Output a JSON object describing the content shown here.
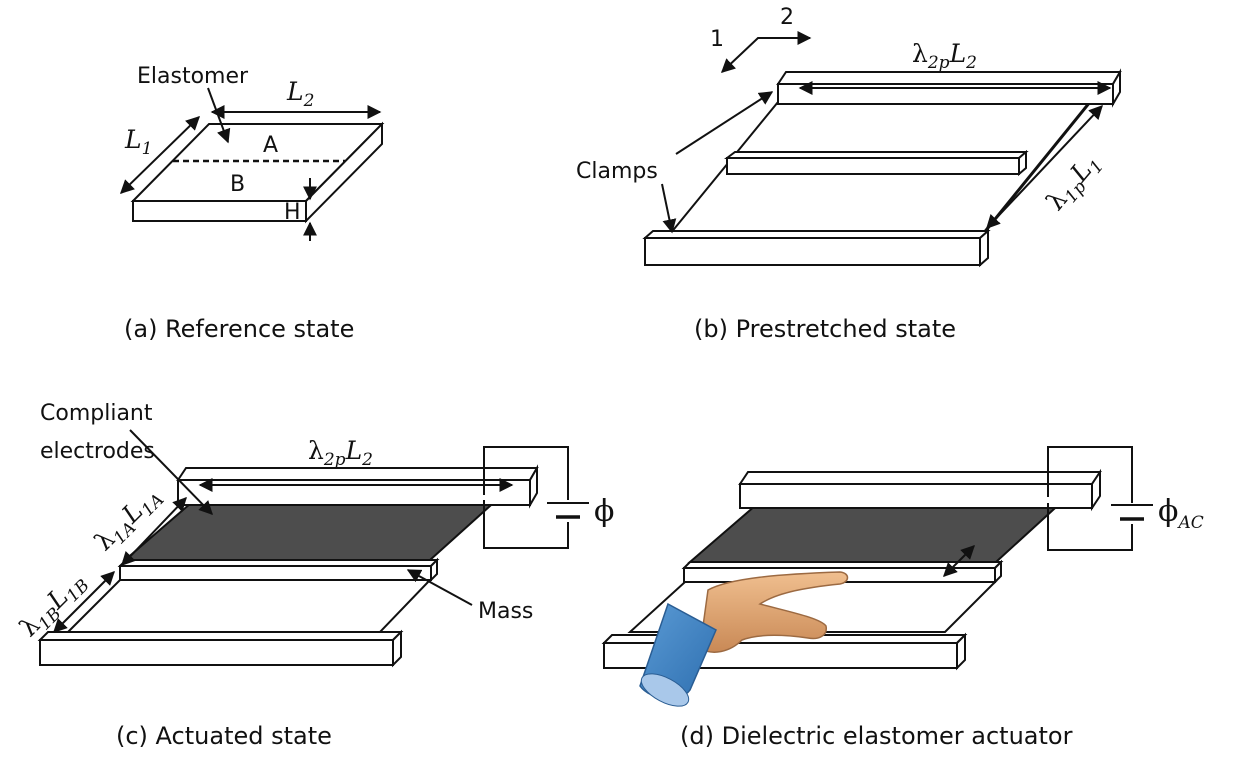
{
  "panels": {
    "a": {
      "caption": "(a) Reference state",
      "elastomer_label": "Elastomer",
      "region_a": "A",
      "region_b": "B",
      "thickness": "H",
      "length1": {
        "base": "L",
        "sub": "1"
      },
      "length2": {
        "base": "L",
        "sub": "2"
      }
    },
    "b": {
      "caption": "(b) Prestretched state",
      "direction_1": "1",
      "direction_2": "2",
      "clamps_label": "Clamps",
      "top_dim": {
        "lambda": "λ",
        "lsub": "2p",
        "base": "L",
        "sub": "2"
      },
      "side_dim": {
        "lambda": "λ",
        "lsub": "1p",
        "base": "L",
        "sub": "1"
      }
    },
    "c": {
      "caption": "(c) Actuated state",
      "electrodes_label_line1": "Compliant",
      "electrodes_label_line2": "electrodes",
      "mass_label": "Mass",
      "voltage": "ϕ",
      "top_dim": {
        "lambda": "λ",
        "lsub": "2p",
        "base": "L",
        "sub": "2"
      },
      "dim_a": {
        "lambda": "λ",
        "lsub": "1A",
        "base": "L",
        "sub": "1A"
      },
      "dim_b": {
        "lambda": "λ",
        "lsub": "1B",
        "base": "L",
        "sub": "1B"
      }
    },
    "d": {
      "caption": "(d) Dielectric elastomer actuator",
      "voltage": {
        "base": "ϕ",
        "sub": "AC"
      }
    }
  },
  "colors": {
    "electrode": "#4d4d4d",
    "sleeve": "#3f7fbf",
    "skin": "#e3a673"
  }
}
